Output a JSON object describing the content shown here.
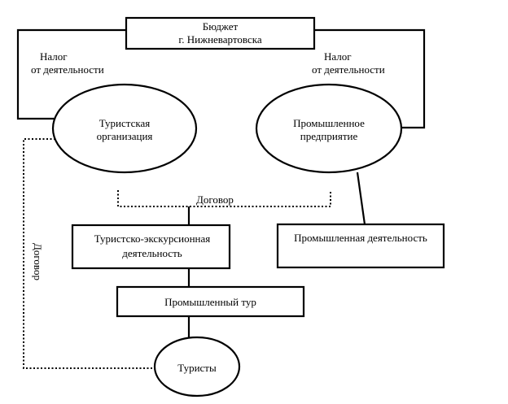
{
  "nodes": {
    "budget": {
      "line1": "Бюджет",
      "line2": "г. Нижневартовска"
    },
    "tourist_org": {
      "line1": "Туристская",
      "line2": "организация"
    },
    "industrial_enterprise": {
      "line1": "Промышленное",
      "line2": "предприятие"
    },
    "tour_excursion_activity": {
      "line1": "Туристско-экскурсионная",
      "line2": "деятельность"
    },
    "industrial_activity": {
      "label": "Промышленная деятельность"
    },
    "industrial_tour": {
      "label": "Промышленный тур"
    },
    "tourists": {
      "label": "Туристы"
    }
  },
  "edges": {
    "tax_left": {
      "line1": "Налог",
      "line2": "от деятельности"
    },
    "tax_right": {
      "line1": "Налог",
      "line2": "от деятельности"
    },
    "contract_middle": "Договор",
    "contract_vertical": "Договор"
  }
}
